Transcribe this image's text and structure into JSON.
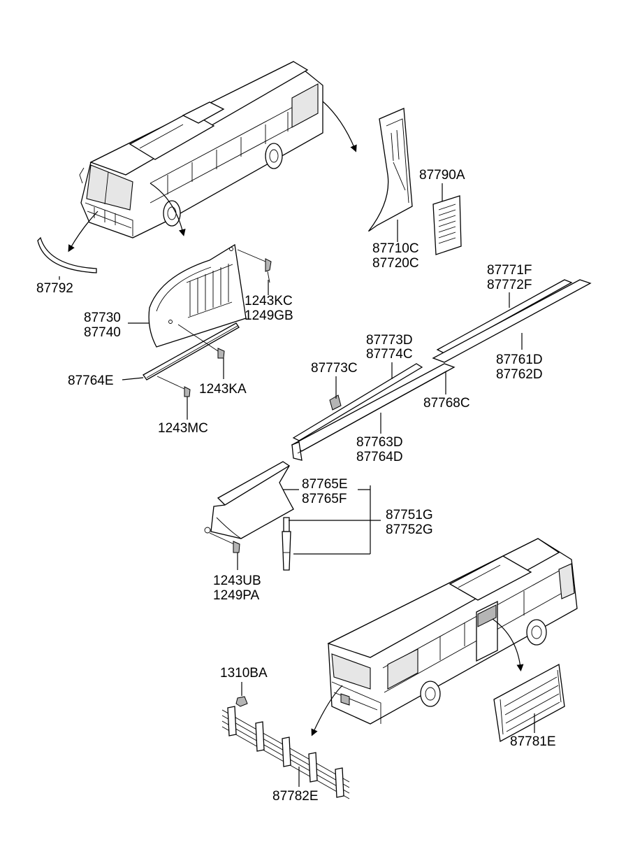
{
  "callouts": {
    "p87792": "87792",
    "p87710c": "87710C",
    "p87720c": "87720C",
    "p87790a": "87790A",
    "p1243kc": "1243KC",
    "p1249gb": "1249GB",
    "p87730": "87730",
    "p87740": "87740",
    "p87764e": "87764E",
    "p1243ka": "1243KA",
    "p1243mc": "1243MC",
    "p87771f": "87771F",
    "p87772f": "87772F",
    "p87773d": "87773D",
    "p87774c": "87774C",
    "p87773c": "87773C",
    "p87761d": "87761D",
    "p87762d": "87762D",
    "p87768c": "87768C",
    "p87763d": "87763D",
    "p87764d": "87764D",
    "p87765e": "87765E",
    "p87765f": "87765F",
    "p87751g": "87751G",
    "p87752g": "87752G",
    "p1243ub": "1243UB",
    "p1249pa": "1249PA",
    "p1310ba": "1310BA",
    "p87781e": "87781E",
    "p87782e": "87782E"
  }
}
